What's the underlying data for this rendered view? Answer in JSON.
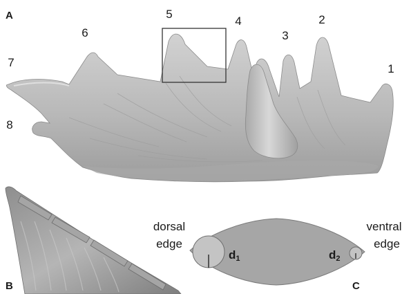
{
  "panels": {
    "a": "A",
    "b": "B",
    "c": "C"
  },
  "cusps": [
    "1",
    "2",
    "3",
    "4",
    "5",
    "6",
    "7",
    "8"
  ],
  "cross_section": {
    "dorsal_line1": "dorsal",
    "dorsal_line2": "edge",
    "ventral_line1": "ventral",
    "ventral_line2": "edge",
    "d1_main": "d",
    "d1_sub": "1",
    "d2_main": "d",
    "d2_sub": "2"
  },
  "colors": {
    "specimen_fill": "#b9b9b9",
    "specimen_shade": "#9a9a9a",
    "cross_section_fill": "#a6a6a6",
    "circle_fill": "#c4c4c4",
    "box_stroke": "#333333"
  }
}
